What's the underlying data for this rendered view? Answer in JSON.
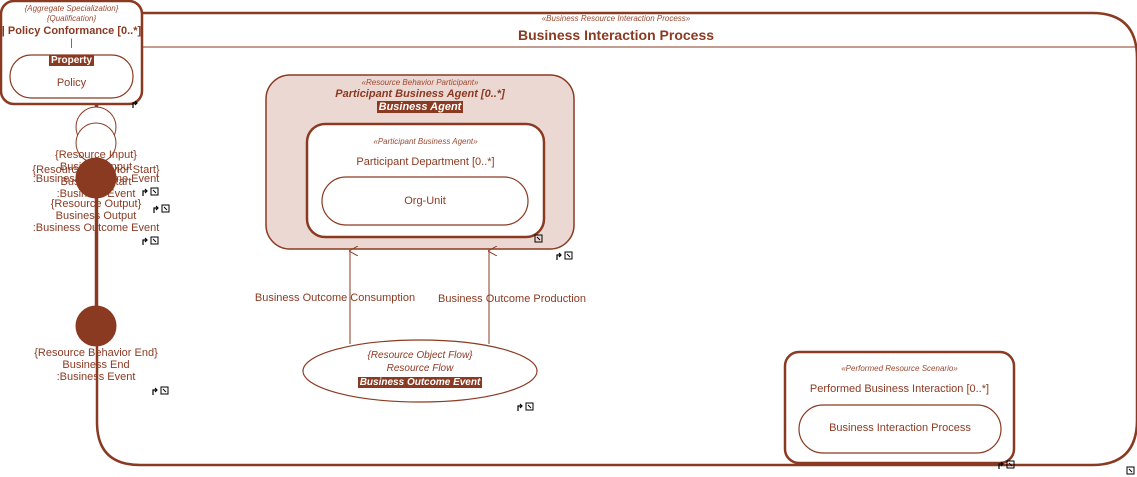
{
  "process": {
    "stereotype": "«Business Resource Interaction Process»",
    "name": "Business Interaction Process"
  },
  "policy": {
    "stereotype1": "{Aggregate Specialization}",
    "stereotype2": "{Qualification}",
    "name": "| Policy Conformance [0..*]",
    "bar": "|",
    "property": "Property",
    "inner": "Policy"
  },
  "pins": {
    "input": {
      "stereotype": "{Resource Input}",
      "name": "Business Input",
      "type": ":Business Outcome Event"
    },
    "start": {
      "stereotype": "{Resource Behavior Start}",
      "name": "Business Start",
      "type": ":Business Event"
    },
    "output": {
      "stereotype": "{Resource Output}",
      "name": "Business Output",
      "type": ":Business Outcome Event"
    },
    "end": {
      "stereotype": "{Resource Behavior End}",
      "name": "Business End",
      "type": ":Business Event"
    }
  },
  "participant": {
    "stereotype": "«Resource Behavior Participant»",
    "name": "Participant Business Agent [0..*]",
    "type": "Business Agent",
    "inner_stereotype": "«Participant Business Agent»",
    "inner_name": "Participant Department [0..*]",
    "inner_type": "Org-Unit"
  },
  "flows": {
    "consumption": "Business Outcome Consumption",
    "production": "Business Outcome Production"
  },
  "object_flow": {
    "stereotype": "{Resource Object Flow}",
    "name": "Resource Flow",
    "type": "Business Outcome Event"
  },
  "scenario": {
    "stereotype": "«Performed Resource Scenario»",
    "name": "Performed Business Interaction [0..*]",
    "inner": "Business Interaction Process"
  },
  "colors": {
    "accent": "#8b3a22",
    "participant_fill": "#ecd8d2",
    "background": "#ffffff"
  },
  "icons": [
    "return-arrow-icon",
    "subdiagram-icon"
  ]
}
